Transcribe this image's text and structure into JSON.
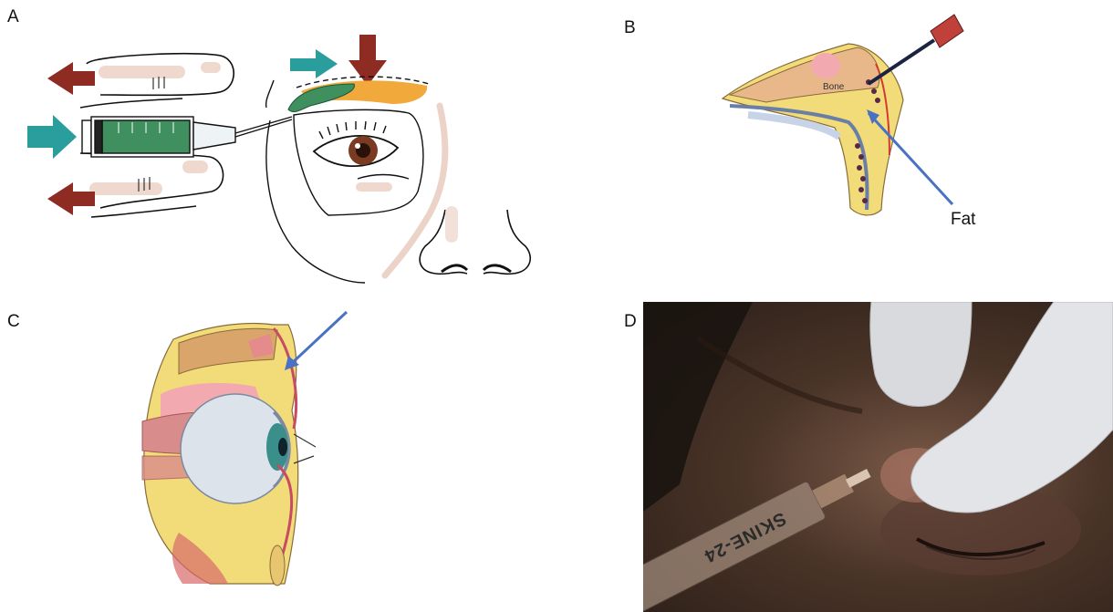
{
  "panels": {
    "a": {
      "label": "A"
    },
    "b": {
      "label": "B",
      "bone_label": "Bone",
      "fat_label": "Fat"
    },
    "c": {
      "label": "C"
    },
    "d": {
      "label": "D",
      "syringe_text": "SKINE-24"
    }
  },
  "colors": {
    "arrow_red": "#8e2b22",
    "arrow_teal": "#2a9d9d",
    "pointer_blue": "#4a72c4",
    "fat_yellow": "#f2dc7a",
    "fat_orange": "#f1a93c",
    "syringe_green": "#3f8f5f"
  }
}
